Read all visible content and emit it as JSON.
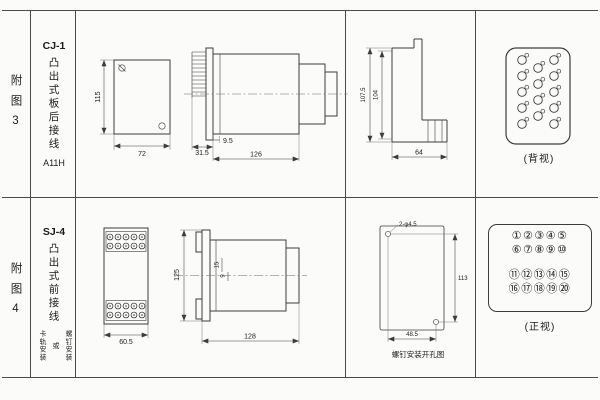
{
  "figure3": {
    "index_label": "附图3",
    "model": "CJ-1",
    "description": "凸出式板后接线",
    "code": "A11H",
    "front_view": {
      "dim_height": "115",
      "dim_width": "72"
    },
    "side_view": {
      "dim_a": "31.5",
      "dim_b": "9.5",
      "dim_depth": "126"
    },
    "panel_view": {
      "dim_outer": "107.5",
      "dim_inner": "104",
      "dim_depth": "64"
    },
    "terminal_view": {
      "label": "(背视)",
      "terminal_count": 14
    }
  },
  "figure4": {
    "index_label": "附图4",
    "model": "SJ-4",
    "description": "凸出式前接线",
    "mounting_note": [
      "卡轨安装",
      "或",
      "螺钉安装"
    ],
    "front_view": {
      "dim_width": "60.5"
    },
    "side_view": {
      "dim_height": "125",
      "dim_depth": "128",
      "dim_small_a": "15",
      "dim_small_b": "9"
    },
    "drill_view": {
      "holes": "2-φ4.5",
      "dim_height": "113",
      "dim_width": "48.5",
      "caption": "螺钉安装开孔图"
    },
    "terminal_view": {
      "label": "(正视)",
      "rows": [
        "①②③④⑤",
        "⑥⑦⑧⑨⑩",
        "⑪⑫⑬⑭⑮",
        "⑯⑰⑱⑲⑳"
      ]
    }
  }
}
